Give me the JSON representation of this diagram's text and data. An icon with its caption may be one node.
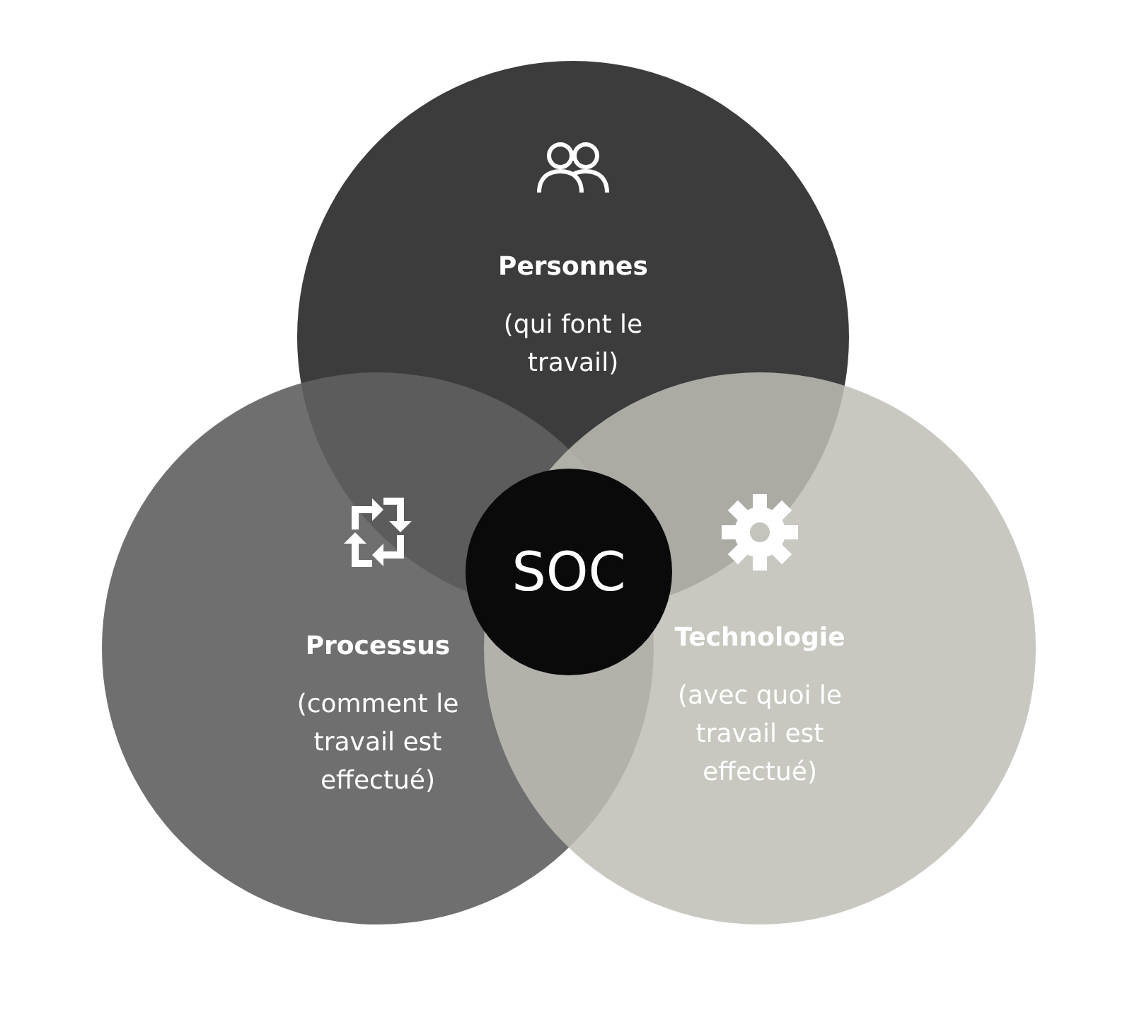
{
  "diagram": {
    "nodes": [
      {
        "text": [
          "Personnes",
          "(qui font le travail)"
        ]
      },
      {
        "text": [
          "Processus",
          "(comment le travail est effectué)"
        ]
      },
      {
        "text": [
          "SOC"
        ]
      },
      {
        "text": [
          "Technologie",
          "(avec quoi le travail est effectué)"
        ]
      }
    ],
    "edges": []
  }
}
